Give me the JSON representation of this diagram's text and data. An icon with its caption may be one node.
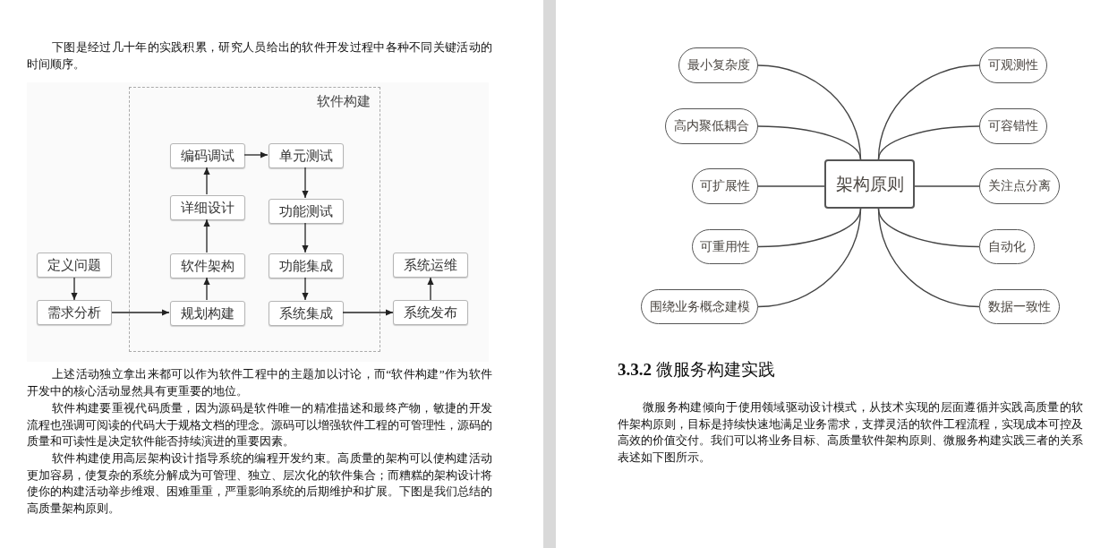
{
  "diagram": {
    "nodes": [
      {
        "text": [
          "软件构建"
        ]
      },
      {
        "text": [
          "编码调试"
        ],
        "in": 0
      },
      {
        "text": [
          "单元测试"
        ],
        "in": 0
      },
      {
        "text": [
          "详细设计"
        ],
        "in": 0
      },
      {
        "text": [
          "功能测试"
        ],
        "in": 0
      },
      {
        "text": [
          "定义问题"
        ]
      },
      {
        "text": [
          "软件架构"
        ],
        "in": 0
      },
      {
        "text": [
          "功能集成"
        ],
        "in": 0
      },
      {
        "text": [
          "系统运维"
        ]
      },
      {
        "text": [
          "需求分析"
        ]
      },
      {
        "text": [
          "规划构建"
        ],
        "in": 0
      },
      {
        "text": [
          "系统集成"
        ],
        "in": 0
      },
      {
        "text": [
          "系统发布"
        ]
      },
      {
        "text": [
          "架构原则"
        ]
      },
      {
        "text": [
          "最小复杂度"
        ]
      },
      {
        "text": [
          "可观测性"
        ]
      },
      {
        "text": [
          "高内聚低耦合"
        ]
      },
      {
        "text": [
          "可容错性"
        ]
      },
      {
        "text": [
          "可扩展性"
        ]
      },
      {
        "text": [
          "关注点分离"
        ]
      },
      {
        "text": [
          "可重用性"
        ]
      },
      {
        "text": [
          "自动化"
        ]
      },
      {
        "text": [
          "围绕业务概念建模"
        ]
      },
      {
        "text": [
          "数据一致性"
        ]
      }
    ],
    "edges": [
      {
        "from": 5,
        "to": 9,
        "arrow": "to"
      },
      {
        "from": 9,
        "to": 10,
        "arrow": "to"
      },
      {
        "from": 10,
        "to": 6,
        "arrow": "to"
      },
      {
        "from": 6,
        "to": 3,
        "arrow": "to"
      },
      {
        "from": 3,
        "to": 1,
        "arrow": "to"
      },
      {
        "from": 1,
        "to": 2,
        "arrow": "to"
      },
      {
        "from": 2,
        "to": 4,
        "arrow": "to"
      },
      {
        "from": 4,
        "to": 7,
        "arrow": "to"
      },
      {
        "from": 7,
        "to": 11,
        "arrow": "to"
      },
      {
        "from": 11,
        "to": 12,
        "arrow": "to"
      },
      {
        "from": 12,
        "to": 8,
        "arrow": "to"
      },
      {
        "from": 13,
        "to": 14,
        "arrow": "none"
      },
      {
        "from": 13,
        "to": 15,
        "arrow": "none"
      },
      {
        "from": 13,
        "to": 16,
        "arrow": "none"
      },
      {
        "from": 13,
        "to": 17,
        "arrow": "none"
      },
      {
        "from": 13,
        "to": 18,
        "arrow": "none"
      },
      {
        "from": 13,
        "to": 19,
        "arrow": "none"
      },
      {
        "from": 13,
        "to": 20,
        "arrow": "none"
      },
      {
        "from": 13,
        "to": 21,
        "arrow": "none"
      },
      {
        "from": 13,
        "to": 22,
        "arrow": "none"
      },
      {
        "from": 13,
        "to": 23,
        "arrow": "none"
      }
    ],
    "labels": [
      "下图是经过几十年的实践积累，研究人员给出的软件开发过程中各种不同关键活动的时间顺序。",
      "上述活动独立拿出来都可以作为软件工程中的主题加以讨论，而“软件构建”作为软件开发中的核心活动显然具有更重要的地位。",
      "软件构建要重视代码质量，因为源码是软件唯一的精准描述和最终产物，敏捷的开发流程也强调可阅读的代码大于规格文档的理念。源码可以增强软件工程的可管理性，源码的质量和可读性是决定软件能否持续演进的重要因素。",
      "软件构建使用高层架构设计指导系统的编程开发约束。高质量的架构可以使构建活动更加容易，使复杂的系统分解成为可管理、独立、层次化的软件集合；而糟糕的架构设计将使你的构建活动举步维艰、困难重重，严重影响系统的后期维护和扩展。下图是我们总结的高质量架构原则。",
      "**3.3.2** 微服务构建实践",
      "微服务构建倾向于使用领域驱动设计模式，从技术实现的层面遵循并实践高质量的软件架构原则，目标是持续快速地满足业务需求，支撑灵活的软件工程流程，实现成本可控及高效的价值交付。我们可以将业务目标、高质量软件架构原则、微服务构建实践三者的关系表述如下图所示。"
    ]
  }
}
